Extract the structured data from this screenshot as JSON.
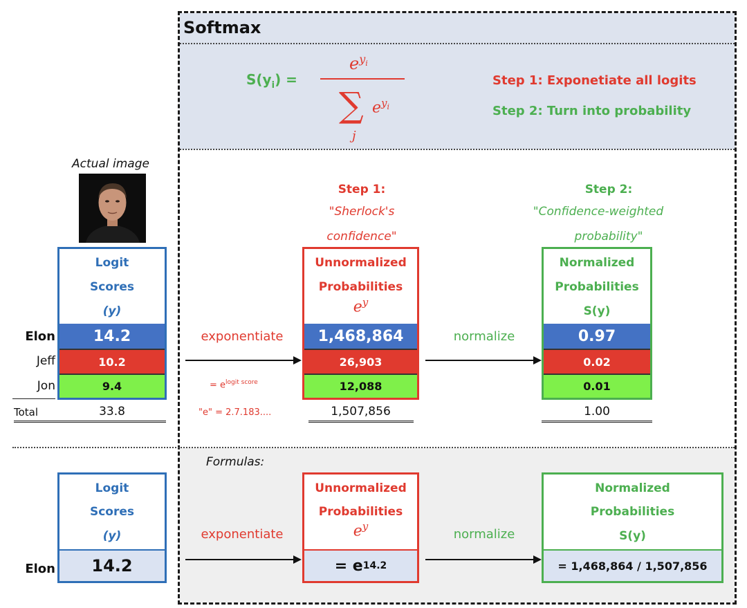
{
  "softmax": {
    "title": "Softmax",
    "formula_lhs": "S(y",
    "formula_lhs_sub": "i",
    "formula_lhs_end": ") =",
    "formula_num": "e",
    "formula_num_sup": "y",
    "formula_num_sup_sub": "i",
    "formula_sum": "∑",
    "formula_den": "e",
    "formula_den_sup": "y",
    "formula_den_sup_sub": "i",
    "formula_sum_index": "j",
    "step1_text": "Step 1:  Exponetiate all logits",
    "step2_text": "Step 2:  Turn into probability"
  },
  "image": {
    "caption": "Actual image"
  },
  "logit_box": {
    "line1": "Logit",
    "line2": "Scores",
    "line3": "(y)"
  },
  "rows": [
    {
      "name": "Elon",
      "logit": "14.2",
      "unnorm": "1,468,864",
      "norm": "0.97"
    },
    {
      "name": "Jeff",
      "logit": "10.2",
      "unnorm": "26,903",
      "norm": "0.02"
    },
    {
      "name": "Jon",
      "logit": "9.4",
      "unnorm": "12,088",
      "norm": "0.01"
    }
  ],
  "totals": {
    "label": "Total",
    "logit": "33.8",
    "unnorm": "1,507,856",
    "norm": "1.00"
  },
  "step1": {
    "title": "Step 1:",
    "quote1": "\"Sherlock's",
    "quote2": "confidence\""
  },
  "step2": {
    "title": "Step 2:",
    "quote1": "\"Confidence-weighted",
    "quote2": "probability\""
  },
  "unnorm_box": {
    "line1": "Unnormalized",
    "line2": "Probabilities",
    "expr": "e",
    "expr_sup": "y"
  },
  "norm_box": {
    "line1": "Normalized",
    "line2": "Probabilities",
    "expr": "S(y)"
  },
  "arrows": {
    "exponentiate": "exponentiate",
    "normalize": "normalize",
    "logit_note_base": "= e",
    "logit_note_sup": "logit score",
    "e_note": "\"e\" = 2.7.183...."
  },
  "formulas": {
    "label": "Formulas:",
    "name": "Elon",
    "logit": "14.2",
    "unnorm_base": "= e",
    "unnorm_sup": "14.2",
    "norm_expr": "= 1,468,864 / 1,507,856"
  },
  "colors": {
    "red": "#e03a2f",
    "green": "#4caf50",
    "blue": "#2f6fb7",
    "cell_blue": "#4472c4",
    "cell_green": "#7ff04a"
  }
}
